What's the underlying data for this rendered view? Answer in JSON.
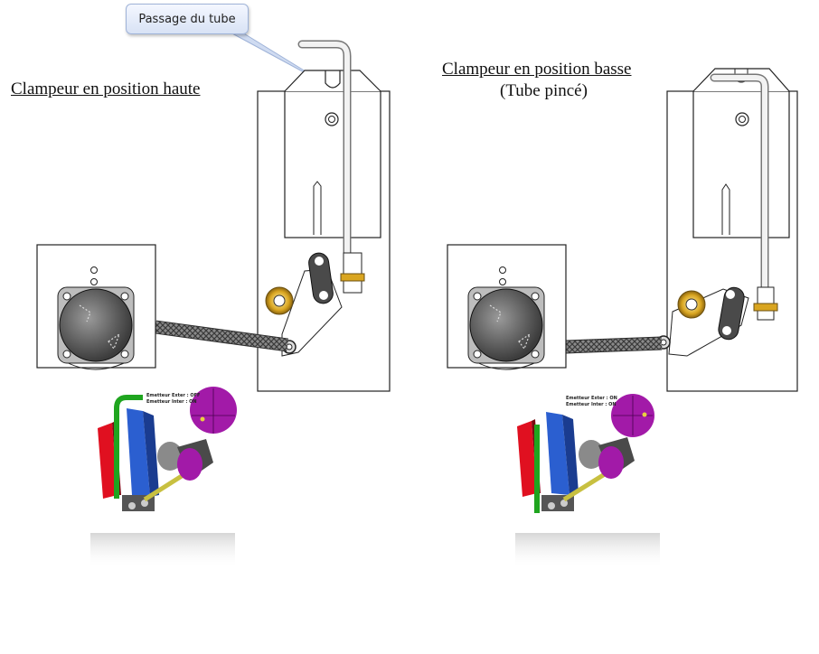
{
  "callout": {
    "label": "Passage du tube"
  },
  "left_panel": {
    "caption": "Clampeur en position haute",
    "indicator_line1": "Emetteur Exter : OFF",
    "indicator_line2": "Emetteur Inter : ON"
  },
  "right_panel": {
    "caption_line1": "Clampeur en position basse",
    "caption_line2": "(Tube pincé)",
    "indicator_line1": "Emetteur Exter : ON",
    "indicator_line2": "Emetteur Inter : ON"
  },
  "colors": {
    "callout_bg": "#dfe7f7",
    "brass": "#d9a520",
    "magenta": "#a21aa8",
    "blue_block": "#2b5fd0",
    "red_plate": "#e01020",
    "green_tube": "#20b020",
    "rod": "#c8c040"
  }
}
